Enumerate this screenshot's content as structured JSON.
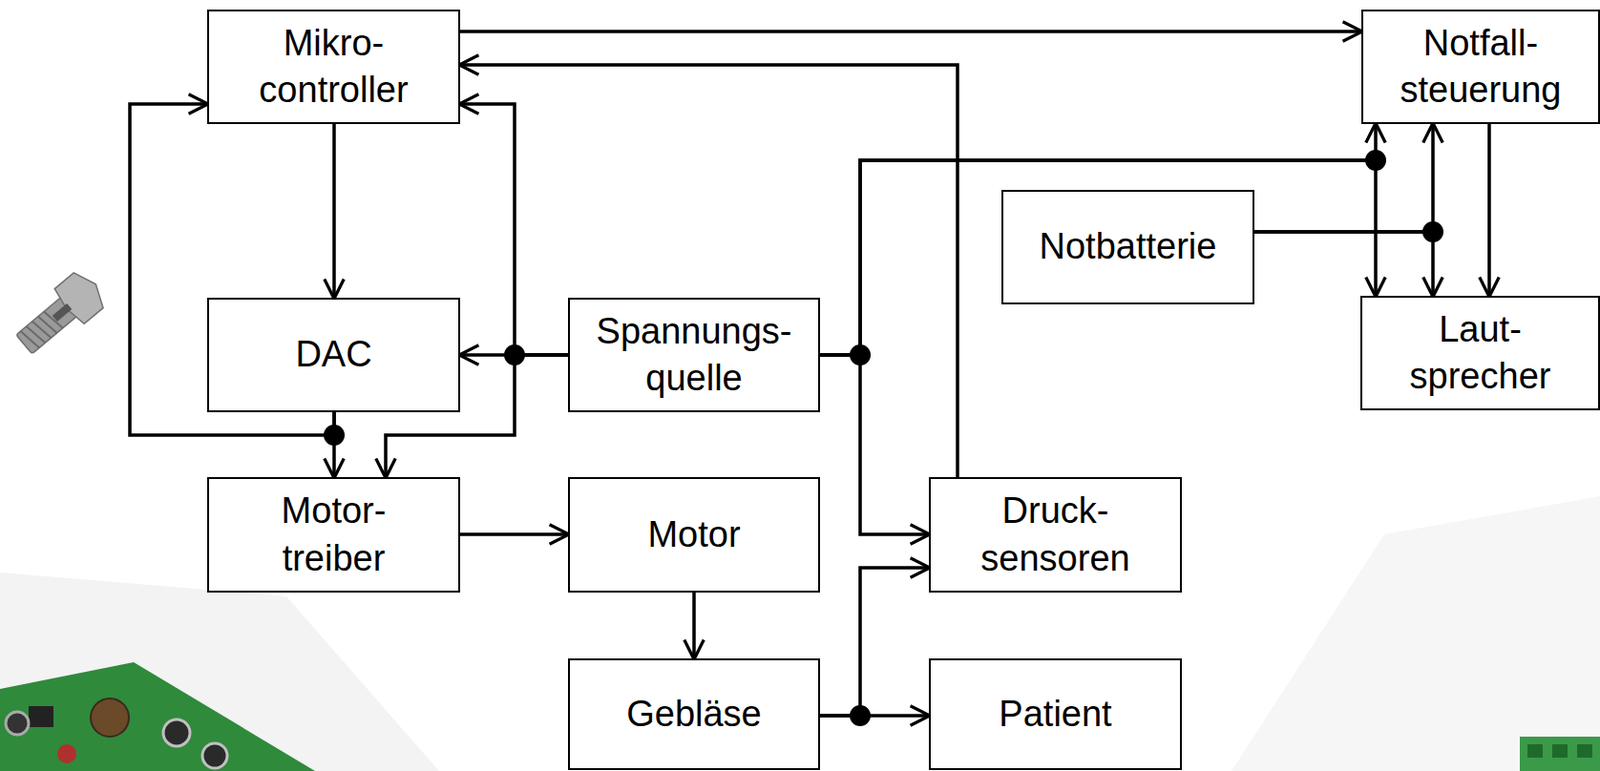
{
  "diagram": {
    "nodes": [
      {
        "text": [
          "Mikro- controller"
        ]
      },
      {
        "text": [
          "Notfall- steuerung"
        ]
      },
      {
        "text": [
          "Notbatterie"
        ]
      },
      {
        "text": [
          "DAC"
        ]
      },
      {
        "text": [
          "Spannungs- quelle"
        ]
      },
      {
        "text": [
          "Laut- sprecher"
        ]
      },
      {
        "text": [
          "Motor- treiber"
        ]
      },
      {
        "text": [
          "Motor"
        ]
      },
      {
        "text": [
          "Druck- sensoren"
        ]
      },
      {
        "text": [
          "Gebläse"
        ]
      },
      {
        "text": [
          "Patient"
        ]
      }
    ],
    "edges": [
      {
        "from": 0,
        "to": 1,
        "arrow": "to"
      },
      {
        "from": 8,
        "to": 0,
        "arrow": "to"
      },
      {
        "from": 0,
        "to": 3,
        "arrow": "to"
      },
      {
        "from": 3,
        "to": 6,
        "arrow": "to"
      },
      {
        "from": 3,
        "to": 0,
        "arrow": "to"
      },
      {
        "from": 4,
        "to": 3,
        "arrow": "to"
      },
      {
        "from": 4,
        "to": 0,
        "arrow": "to"
      },
      {
        "from": 4,
        "to": 6,
        "arrow": "to"
      },
      {
        "from": 4,
        "to": 1,
        "arrow": "to"
      },
      {
        "from": 4,
        "to": 5,
        "arrow": "to"
      },
      {
        "from": 4,
        "to": 8,
        "arrow": "to"
      },
      {
        "from": 2,
        "to": 1,
        "arrow": "to"
      },
      {
        "from": 2,
        "to": 5,
        "arrow": "to"
      },
      {
        "from": 1,
        "to": 5,
        "arrow": "to"
      },
      {
        "from": 6,
        "to": 7,
        "arrow": "to"
      },
      {
        "from": 7,
        "to": 9,
        "arrow": "to"
      },
      {
        "from": 9,
        "to": 10,
        "arrow": "to"
      },
      {
        "from": 9,
        "to": 8,
        "arrow": "to"
      }
    ]
  }
}
